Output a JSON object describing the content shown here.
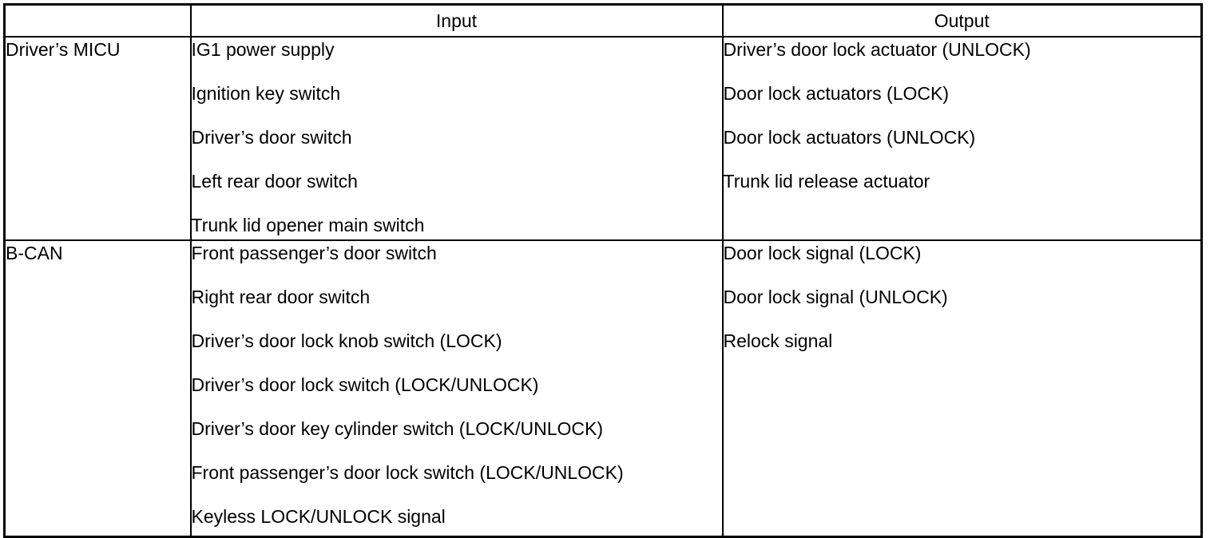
{
  "table": {
    "columns": [
      {
        "key": "module",
        "label": ""
      },
      {
        "key": "input",
        "label": "Input"
      },
      {
        "key": "output",
        "label": "Output"
      }
    ],
    "rows": [
      {
        "module": "Driver’s MICU",
        "input": [
          "IG1 power supply",
          "Ignition key switch",
          "Driver’s door switch",
          "Left rear door switch",
          "Trunk lid opener main switch"
        ],
        "output": [
          "Driver’s door lock actuator (UNLOCK)",
          "Door lock actuators (LOCK)",
          "Door lock actuators (UNLOCK)",
          "Trunk lid release actuator"
        ]
      },
      {
        "module": "B-CAN",
        "input": [
          "Front passenger’s door switch",
          "Right rear door switch",
          "Driver’s door lock knob switch (LOCK)",
          "Driver’s door lock switch (LOCK/UNLOCK)",
          "Driver’s door key cylinder switch (LOCK/UNLOCK)",
          "Front passenger’s door lock switch (LOCK/UNLOCK)",
          "Keyless LOCK/UNLOCK signal"
        ],
        "output": [
          "Door lock signal (LOCK)",
          "Door lock signal (UNLOCK)",
          "Relock signal"
        ]
      }
    ]
  },
  "colors": {
    "border": "#000000",
    "text": "#000000",
    "background": "#ffffff"
  }
}
